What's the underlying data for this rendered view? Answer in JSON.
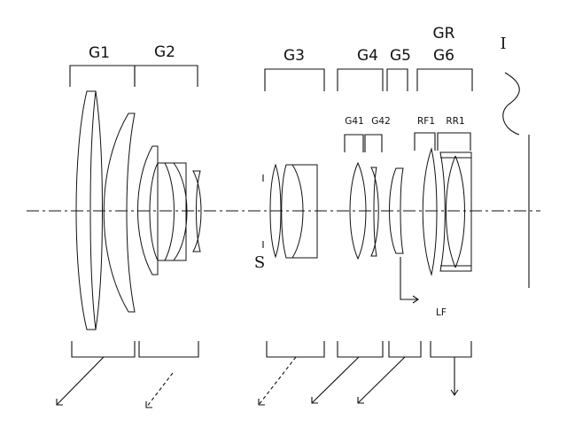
{
  "groups_top": [
    {
      "key": "G1",
      "label": "G1"
    },
    {
      "key": "G2",
      "label": "G2"
    },
    {
      "key": "G3",
      "label": "G3"
    },
    {
      "key": "G4",
      "label": "G4"
    },
    {
      "key": "G5",
      "label": "G5"
    },
    {
      "key": "GR",
      "label": "GR"
    },
    {
      "key": "G6",
      "label": "G6"
    }
  ],
  "subgroups": [
    {
      "key": "G41",
      "label": "G41"
    },
    {
      "key": "G42",
      "label": "G42"
    },
    {
      "key": "RF1",
      "label": "RF1"
    },
    {
      "key": "RR1",
      "label": "RR1"
    }
  ],
  "markers": {
    "image_plane": "I",
    "stop": "S",
    "lf": "LF"
  }
}
